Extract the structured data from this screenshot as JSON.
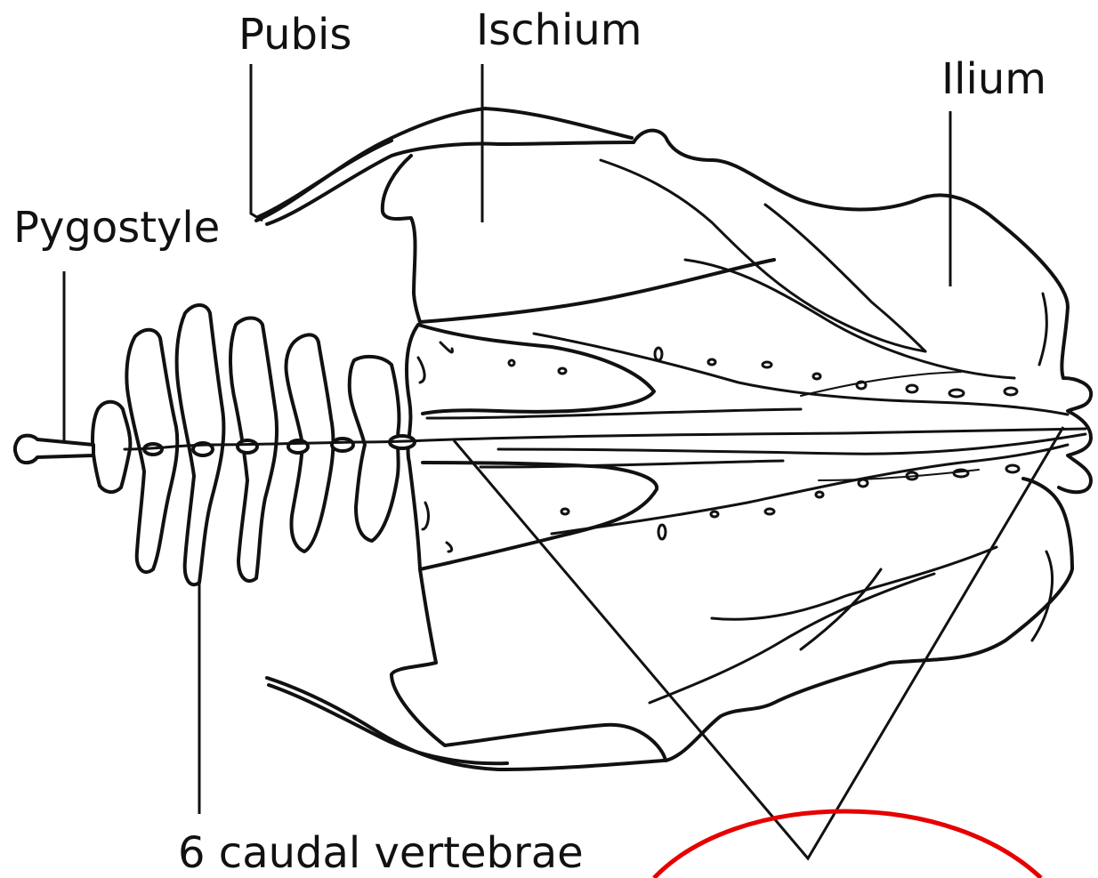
{
  "diagram": {
    "labels": {
      "pubis": "Pubis",
      "ischium": "Ischium",
      "ilium": "Ilium",
      "pygostyle": "Pygostyle",
      "caudal": "6 caudal vertebrae"
    },
    "highlight_color": "#e60000",
    "line_color": "#111111"
  }
}
